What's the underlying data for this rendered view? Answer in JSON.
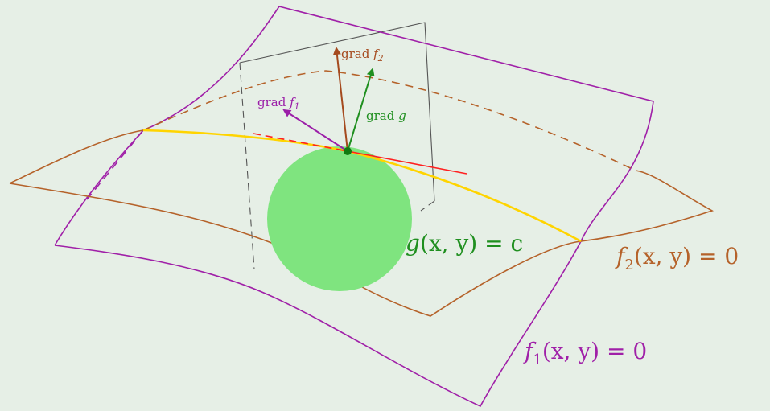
{
  "colors": {
    "background": "#e6efe6",
    "surface_f1": "#a020a8",
    "surface_f2": "#b5622a",
    "plane": "#555555",
    "intersection_curve": "#ffd400",
    "tangent_line": "#ff2020",
    "disk_g": "#7fe47f",
    "point": "#127a12",
    "grad_f1": "#9b1ea8",
    "grad_f2": "#a54a1e",
    "grad_g": "#1f8f1f"
  },
  "labels": {
    "grad_f1": {
      "prefix": "grad ",
      "var": "f",
      "sub": "1",
      "suffix": ""
    },
    "grad_f2": {
      "prefix": "grad ",
      "var": "f",
      "sub": "2",
      "suffix": ""
    },
    "grad_g": {
      "prefix": "grad ",
      "var": "g",
      "sub": "",
      "suffix": ""
    },
    "eq_g": {
      "var": "g",
      "sub": "",
      "rest": "(x, y) = c"
    },
    "eq_f2": {
      "var": "f",
      "sub": "2",
      "rest": "(x, y) = 0"
    },
    "eq_f1": {
      "var": "f",
      "sub": "1",
      "rest": "(x, y) = 0"
    }
  }
}
